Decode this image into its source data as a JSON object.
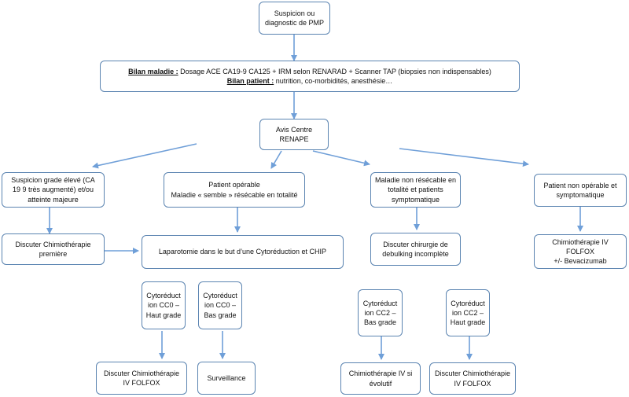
{
  "colors": {
    "box_border": "#5b84b1",
    "arrow": "#6f9fd8",
    "text": "#111111"
  },
  "nodes": {
    "suspicion": {
      "line1": "Suspicion ou",
      "line2": "diagnostic de PMP"
    },
    "bilan": {
      "maladie_label": "Bilan maladie :",
      "maladie_text": " Dosage ACE CA19-9 CA125 + IRM selon RENARAD + Scanner TAP (biopsies non indispensables)",
      "patient_label": "Bilan patient :",
      "patient_text": " nutrition, co-morbidités, anesthésie…"
    },
    "avis": {
      "line1": "Avis Centre",
      "line2": "RENAPE"
    },
    "grade_eleve": {
      "line1": "Suspicion grade élevé (CA",
      "line2": "19 9 très augmenté) et/ou",
      "line3": "atteinte majeure"
    },
    "operable": {
      "line1": "Patient opérable",
      "line2": "Maladie « semble » résécable en totalité"
    },
    "non_resecable": {
      "line1": "Maladie non résécable en",
      "line2": "totalité et patients",
      "line3": "symptomatique"
    },
    "non_operable": {
      "line1": "Patient non opérable et",
      "line2": "symptomatique"
    },
    "chimio_premiere": {
      "line1": "Discuter Chimiothérapie",
      "line2": "première"
    },
    "laparotomie": {
      "line1": "Laparotomie dans le but d’une Cytoréduction et CHIP"
    },
    "debulking": {
      "line1": "Discuter chirurgie de",
      "line2": "debulking incomplète"
    },
    "folfox_bev": {
      "line1": "Chimiothérapie IV FOLFOX",
      "line2": "+/- Bevacizumab"
    },
    "cc0_haut": {
      "line1": "Cytoréduct",
      "line2": "ion CC0 –",
      "line3": "Haut grade"
    },
    "cc0_bas": {
      "line1": "Cytoréduct",
      "line2": "ion CC0 –",
      "line3": "Bas grade"
    },
    "cc2_bas": {
      "line1": "Cytoréduct",
      "line2": "ion CC2 –",
      "line3": "Bas grade"
    },
    "cc2_haut": {
      "line1": "Cytoréduct",
      "line2": "ion CC2 –",
      "line3": "Haut grade"
    },
    "chimio_folfox_1": {
      "line1": "Discuter Chimiothérapie",
      "line2": "IV FOLFOX"
    },
    "surveillance": {
      "line1": "Surveillance"
    },
    "chimio_evolutif": {
      "line1": "Chimiothérapie IV si",
      "line2": "évolutif"
    },
    "chimio_folfox_2": {
      "line1": "Discuter Chimiothérapie",
      "line2": "IV FOLFOX"
    }
  },
  "edges": [
    {
      "from": "suspicion",
      "to": "bilan"
    },
    {
      "from": "bilan",
      "to": "avis"
    },
    {
      "from": "avis",
      "to": "grade_eleve"
    },
    {
      "from": "avis",
      "to": "operable"
    },
    {
      "from": "avis",
      "to": "non_resecable"
    },
    {
      "from": "avis",
      "to": "non_operable"
    },
    {
      "from": "grade_eleve",
      "to": "chimio_premiere"
    },
    {
      "from": "operable",
      "to": "laparotomie"
    },
    {
      "from": "chimio_premiere",
      "to": "laparotomie"
    },
    {
      "from": "non_resecable",
      "to": "debulking"
    },
    {
      "from": "non_operable",
      "to": "folfox_bev"
    },
    {
      "from": "cc0_haut",
      "to": "chimio_folfox_1"
    },
    {
      "from": "cc0_bas",
      "to": "surveillance"
    },
    {
      "from": "cc2_bas",
      "to": "chimio_evolutif"
    },
    {
      "from": "cc2_haut",
      "to": "chimio_folfox_2"
    }
  ]
}
